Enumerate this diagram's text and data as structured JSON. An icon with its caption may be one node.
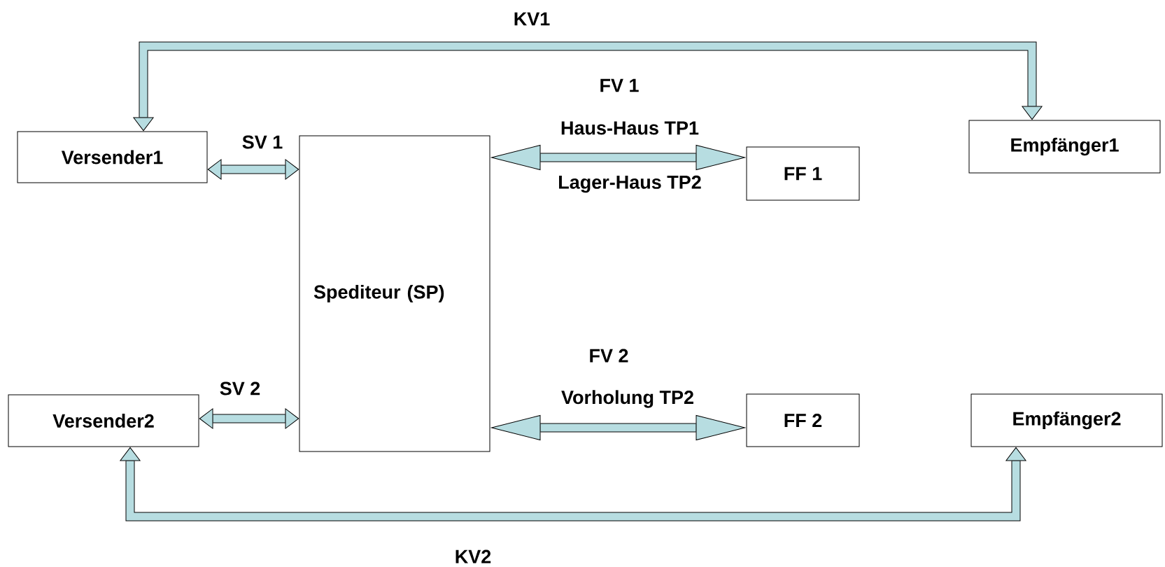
{
  "diagram": {
    "nodes": [
      {
        "text": [
          "Versender1"
        ]
      },
      {
        "text": [
          "Spediteur (SP)"
        ]
      },
      {
        "text": [
          "FF 1"
        ]
      },
      {
        "text": [
          "Empfänger1"
        ]
      },
      {
        "text": [
          "Versender2"
        ]
      },
      {
        "text": [
          "FF 2"
        ]
      },
      {
        "text": [
          "Empfänger2"
        ]
      }
    ],
    "edges": [
      {
        "from": 0,
        "to": 1,
        "arrow": "both",
        "label": "SV 1"
      },
      {
        "from": 4,
        "to": 1,
        "arrow": "both",
        "label": "SV 2"
      },
      {
        "from": 1,
        "to": 2,
        "arrow": "both",
        "label": "Haus-Haus TP1"
      },
      {
        "from": 1,
        "to": 5,
        "arrow": "both",
        "label": "Vorholung TP2"
      },
      {
        "from": 0,
        "to": 3,
        "arrow": "both",
        "label": "KV1"
      },
      {
        "from": 4,
        "to": 6,
        "arrow": "both",
        "label": "KV2"
      }
    ],
    "labels": [
      "FV 1",
      "Lager-Haus TP2",
      "FV 2"
    ]
  }
}
